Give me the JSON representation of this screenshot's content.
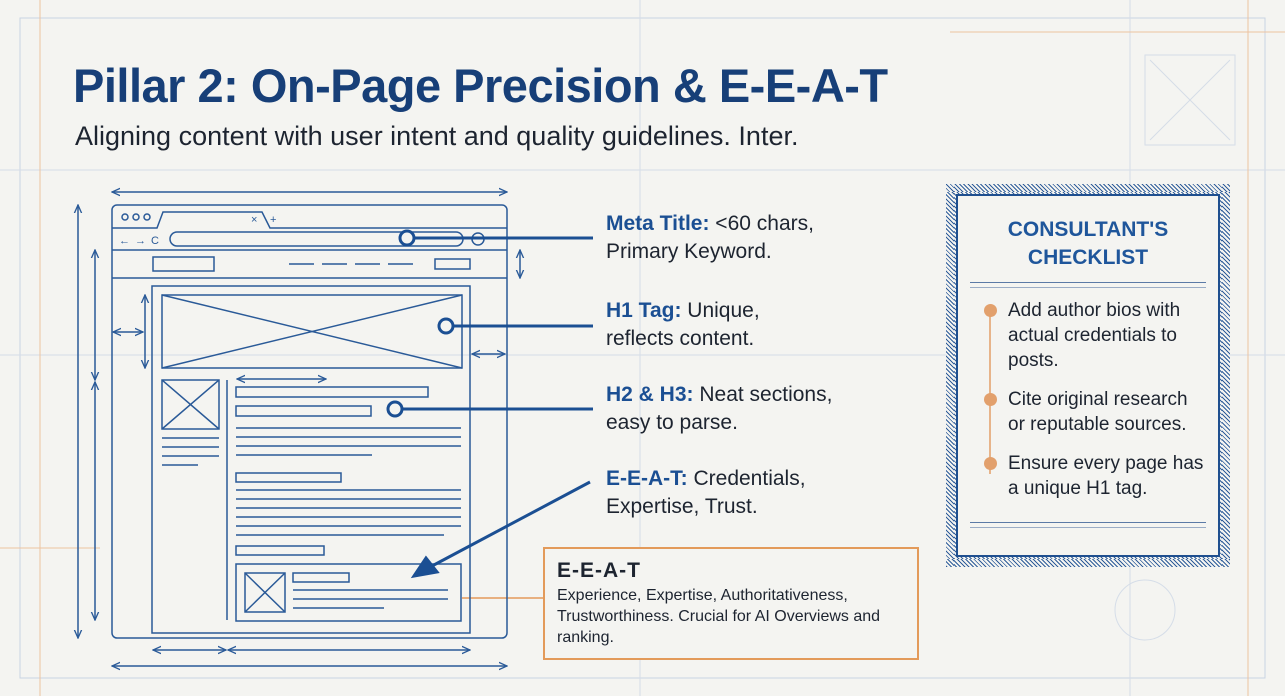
{
  "title": "Pillar 2: On-Page Precision & E-E-A-T",
  "subtitle": "Aligning content with user intent and quality guidelines. Inter.",
  "wireframe": {
    "tab_close": "×",
    "tab_new": "+",
    "nav_back": "←",
    "nav_forward": "→",
    "nav_reload": "C"
  },
  "callouts": [
    {
      "label": "Meta Title:",
      "text": " <60 chars,",
      "text2": "Primary Keyword."
    },
    {
      "label": "H1 Tag:",
      "text": " Unique,",
      "text2": "reflects content."
    },
    {
      "label": "H2 & H3:",
      "text": " Neat sections,",
      "text2": "easy to parse."
    },
    {
      "label": "E-E-A-T:",
      "text": " Credentials,",
      "text2": "Expertise, Trust."
    }
  ],
  "eeat_box": {
    "heading": "E-E-A-T",
    "body": "Experience, Expertise, Authoritativeness, Trustworthiness. Crucial for AI Overviews and ranking."
  },
  "checklist": {
    "title_line1": "CONSULTANT'S",
    "title_line2": "CHECKLIST",
    "items": [
      "Add author bios with actual credentials to posts.",
      "Cite original research or reputable sources.",
      "Ensure every page has a unique H1 tag."
    ]
  },
  "colors": {
    "primary": "#1b4f93",
    "accent": "#e39a5a",
    "background": "#f4f4f1"
  }
}
